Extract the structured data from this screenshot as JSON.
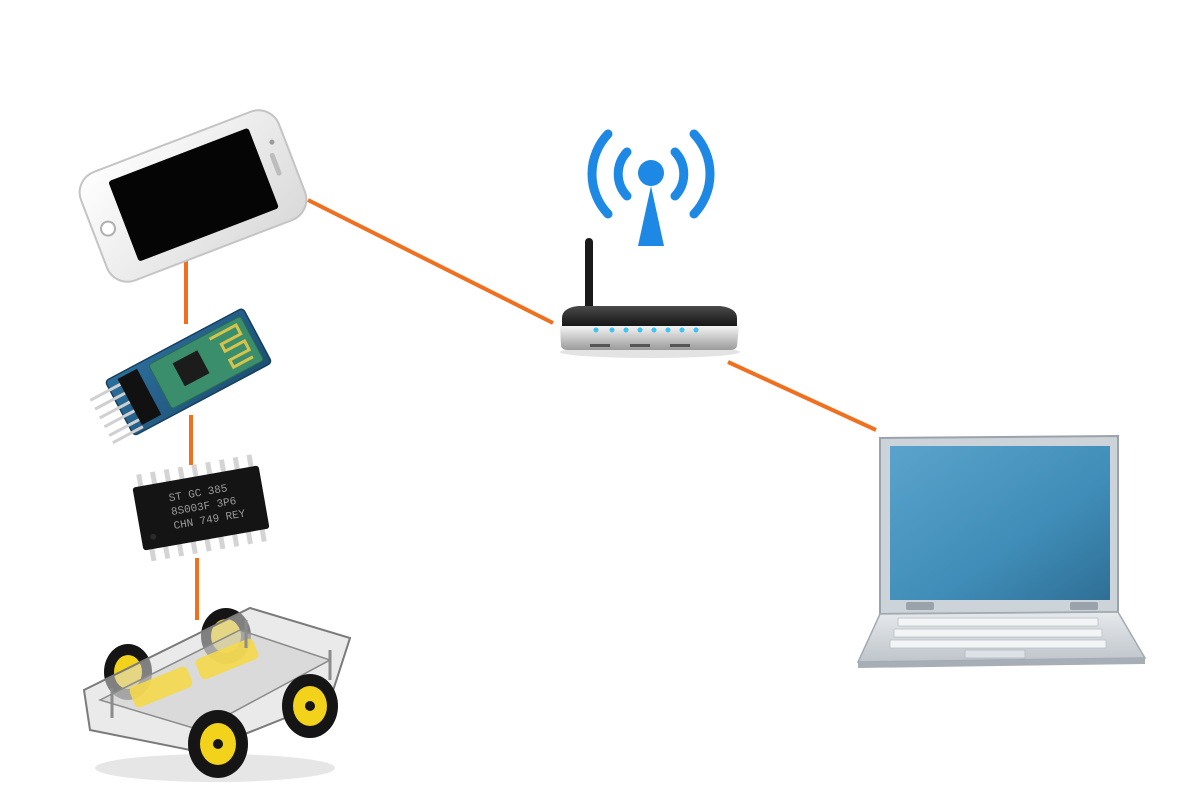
{
  "diagram": {
    "type": "network-topology",
    "background": "#ffffff",
    "connector_color": "#f07020",
    "nodes": [
      {
        "id": "smartphone",
        "icon": "smartphone-icon"
      },
      {
        "id": "bluetooth-module",
        "icon": "bluetooth-module-icon"
      },
      {
        "id": "microcontroller",
        "icon": "microcontroller-chip-icon"
      },
      {
        "id": "robot-car",
        "icon": "robot-car-icon"
      },
      {
        "id": "wifi-signal",
        "icon": "wifi-signal-icon",
        "color": "#1e88e5"
      },
      {
        "id": "router",
        "icon": "wireless-router-icon",
        "led_color": "#3fc3f0"
      },
      {
        "id": "laptop",
        "icon": "laptop-icon",
        "screen_color": "#3f8db8"
      }
    ],
    "edges": [
      {
        "from": "smartphone",
        "to": "bluetooth-module"
      },
      {
        "from": "bluetooth-module",
        "to": "microcontroller"
      },
      {
        "from": "microcontroller",
        "to": "robot-car"
      },
      {
        "from": "smartphone",
        "to": "router"
      },
      {
        "from": "router",
        "to": "laptop"
      }
    ]
  },
  "chip": {
    "marking_line1": "ST GC 385",
    "marking_line2": "8S003F 3P6",
    "marking_line3": "CHN 749 REY"
  }
}
